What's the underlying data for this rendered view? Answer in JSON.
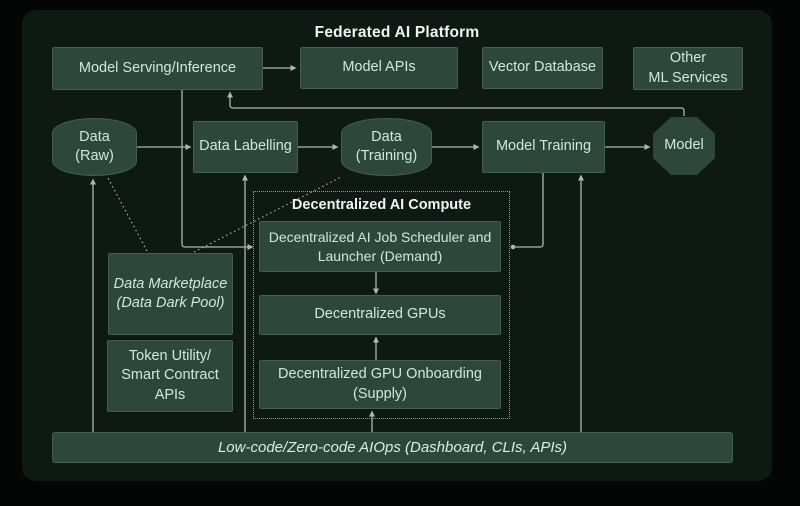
{
  "title": "Federated AI Platform",
  "nodes": {
    "model_serving": {
      "label": "Model Serving/Inference"
    },
    "model_apis": {
      "label": "Model APIs"
    },
    "vector_database": {
      "label": "Vector Database"
    },
    "other_ml_services": {
      "lines": [
        "Other",
        "ML Services"
      ]
    },
    "data_raw": {
      "lines": [
        "Data",
        "(Raw)"
      ]
    },
    "data_labelling": {
      "label": "Data Labelling"
    },
    "data_training": {
      "lines": [
        "Data",
        "(Training)"
      ]
    },
    "model_training": {
      "label": "Model Training"
    },
    "model": {
      "label": "Model"
    },
    "compute_group": {
      "title": "Decentralized AI Compute"
    },
    "job_scheduler": {
      "lines": [
        "Decentralized AI Job Scheduler and",
        "Launcher (Demand)"
      ]
    },
    "gpus": {
      "label": "Decentralized GPUs"
    },
    "gpu_onboarding": {
      "lines": [
        "Decentralized GPU Onboarding",
        "(Supply)"
      ]
    },
    "data_marketplace": {
      "lines": [
        "Data Marketplace",
        "(Data Dark Pool)"
      ]
    },
    "token_utility": {
      "lines": [
        "Token Utility/",
        "Smart Contract",
        "APIs"
      ]
    },
    "aiops_bar": {
      "label": "Low-code/Zero-code AIOps (Dashboard, CLIs, APIs)"
    }
  },
  "edges": [
    {
      "from": "model_serving",
      "to": "model_apis",
      "style": "solid-arrow"
    },
    {
      "from": "data_raw",
      "to": "data_labelling",
      "style": "solid-arrow"
    },
    {
      "from": "data_labelling",
      "to": "data_training",
      "style": "solid-arrow"
    },
    {
      "from": "data_training",
      "to": "model_training",
      "style": "solid-arrow"
    },
    {
      "from": "model_training",
      "to": "model",
      "style": "solid-arrow"
    },
    {
      "from": "model",
      "to": "model_serving",
      "style": "solid-arrow"
    },
    {
      "from": "model_serving",
      "to": "job_scheduler",
      "style": "solid-arrow"
    },
    {
      "from": "model_training",
      "to": "job_scheduler",
      "style": "solid-circle-end"
    },
    {
      "from": "job_scheduler",
      "to": "gpus",
      "style": "solid-arrow"
    },
    {
      "from": "gpu_onboarding",
      "to": "gpus",
      "style": "solid-arrow"
    },
    {
      "from": "aiops_bar",
      "to": "gpu_onboarding",
      "style": "solid-arrow"
    },
    {
      "from": "aiops_bar",
      "to": "model_training",
      "style": "solid-arrow"
    },
    {
      "from": "aiops_bar",
      "to": "data_labelling",
      "style": "solid-arrow"
    },
    {
      "from": "aiops_bar",
      "to": "data_raw",
      "style": "solid-arrow"
    },
    {
      "from": "data_marketplace",
      "to": "data_raw",
      "style": "dotted"
    },
    {
      "from": "data_marketplace",
      "to": "data_training",
      "style": "dotted"
    }
  ],
  "colors": {
    "page_bg": "#030605",
    "panel_bg": "#0e1913",
    "node_fill": "#2d473c",
    "node_text": "#cfe9da",
    "title_text": "#eff6f2",
    "connector": "#aab8b1",
    "dashed_border": "#8ca296"
  }
}
